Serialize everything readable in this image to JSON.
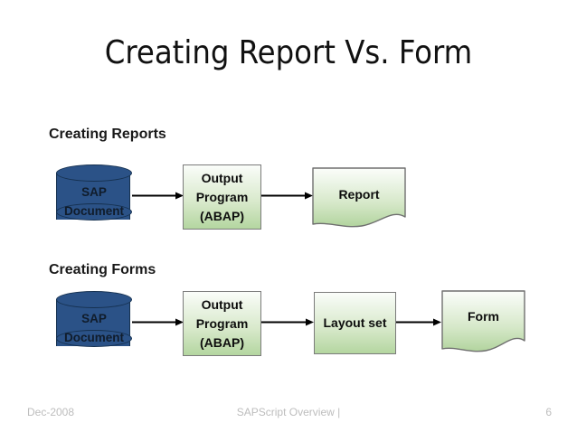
{
  "slide": {
    "title": "Creating Report Vs. Form",
    "sections": [
      {
        "id": "reports",
        "heading": "Creating Reports",
        "nodes": [
          {
            "name": "sap-document",
            "type": "cylinder",
            "line1": "SAP",
            "line2": "Document"
          },
          {
            "name": "output-program",
            "type": "process",
            "lines": [
              "Output",
              "Program",
              "(ABAP)"
            ]
          },
          {
            "name": "report",
            "type": "document",
            "label": "Report"
          }
        ],
        "arrows": 2
      },
      {
        "id": "forms",
        "heading": "Creating Forms",
        "nodes": [
          {
            "name": "sap-document",
            "type": "cylinder",
            "line1": "SAP",
            "line2": "Document"
          },
          {
            "name": "output-program",
            "type": "process",
            "lines": [
              "Output",
              "Program",
              "(ABAP)"
            ]
          },
          {
            "name": "layout-set",
            "type": "process",
            "lines": [
              "Layout set"
            ]
          },
          {
            "name": "form",
            "type": "document",
            "label": "Form"
          }
        ],
        "arrows": 3
      }
    ]
  },
  "footer": {
    "date": "Dec-2008",
    "center": "SAPScript Overview |",
    "page": "6"
  },
  "colors": {
    "cylinder_fill": "#2b5287",
    "cylinder_stroke": "#15304f",
    "green_top": "#fbfdfa",
    "green_bottom": "#b4d6a0",
    "box_stroke": "#7b7b7b",
    "arrow": "#000000",
    "title_text": "#111111",
    "footer_text": "#bdbdbd"
  }
}
